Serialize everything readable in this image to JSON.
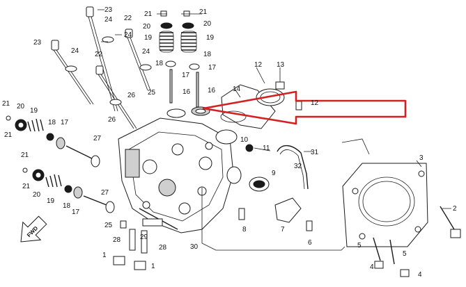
{
  "colors": {
    "ink": "#1a1a1a",
    "arrow": "#d42020",
    "background": "#ffffff"
  },
  "fwd_label": "FWD",
  "callouts": [
    {
      "id": "c1",
      "text": "23"
    },
    {
      "id": "c2",
      "text": "24"
    },
    {
      "id": "c3",
      "text": "22"
    },
    {
      "id": "c4",
      "text": "24"
    },
    {
      "id": "c5",
      "text": "21"
    },
    {
      "id": "c6",
      "text": "21"
    },
    {
      "id": "c7",
      "text": "20"
    },
    {
      "id": "c8",
      "text": "20"
    },
    {
      "id": "c9",
      "text": "19"
    },
    {
      "id": "c10",
      "text": "19"
    },
    {
      "id": "c11",
      "text": "18"
    },
    {
      "id": "c12",
      "text": "18"
    },
    {
      "id": "c13",
      "text": "17"
    },
    {
      "id": "c14",
      "text": "17"
    },
    {
      "id": "c15",
      "text": "16"
    },
    {
      "id": "c16",
      "text": "16"
    },
    {
      "id": "c17",
      "text": "23"
    },
    {
      "id": "c18",
      "text": "24"
    },
    {
      "id": "c19",
      "text": "22"
    },
    {
      "id": "c20",
      "text": "24"
    },
    {
      "id": "c21",
      "text": "26"
    },
    {
      "id": "c22",
      "text": "25"
    },
    {
      "id": "c23",
      "text": "14"
    },
    {
      "id": "c24",
      "text": "12"
    },
    {
      "id": "c25",
      "text": "13"
    },
    {
      "id": "c26",
      "text": "12"
    },
    {
      "id": "c27",
      "text": "21"
    },
    {
      "id": "c28",
      "text": "21"
    },
    {
      "id": "c29",
      "text": "20"
    },
    {
      "id": "c30",
      "text": "19"
    },
    {
      "id": "c31",
      "text": "18"
    },
    {
      "id": "c32",
      "text": "17"
    },
    {
      "id": "c33",
      "text": "26"
    },
    {
      "id": "c34",
      "text": "27"
    },
    {
      "id": "c35",
      "text": "10"
    },
    {
      "id": "c36",
      "text": "11"
    },
    {
      "id": "c37",
      "text": "31"
    },
    {
      "id": "c38",
      "text": "32"
    },
    {
      "id": "c39",
      "text": "9"
    },
    {
      "id": "c40",
      "text": "21"
    },
    {
      "id": "c41",
      "text": "21"
    },
    {
      "id": "c42",
      "text": "20"
    },
    {
      "id": "c43",
      "text": "19"
    },
    {
      "id": "c44",
      "text": "18"
    },
    {
      "id": "c45",
      "text": "17"
    },
    {
      "id": "c46",
      "text": "27"
    },
    {
      "id": "c47",
      "text": "8"
    },
    {
      "id": "c48",
      "text": "7"
    },
    {
      "id": "c49",
      "text": "6"
    },
    {
      "id": "c50",
      "text": "3"
    },
    {
      "id": "c51",
      "text": "2"
    },
    {
      "id": "c52",
      "text": "5"
    },
    {
      "id": "c53",
      "text": "5"
    },
    {
      "id": "c54",
      "text": "4"
    },
    {
      "id": "c55",
      "text": "4"
    },
    {
      "id": "c56",
      "text": "25"
    },
    {
      "id": "c57",
      "text": "28"
    },
    {
      "id": "c58",
      "text": "29"
    },
    {
      "id": "c59",
      "text": "28"
    },
    {
      "id": "c60",
      "text": "30"
    },
    {
      "id": "c61",
      "text": "1"
    },
    {
      "id": "c62",
      "text": "1"
    }
  ]
}
